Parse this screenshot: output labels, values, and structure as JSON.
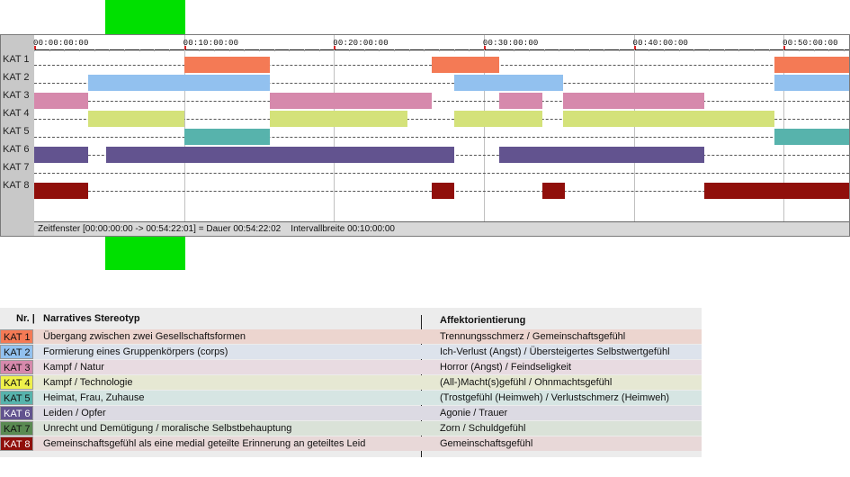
{
  "timeline": {
    "tick_labels": [
      "00:00:00:00",
      "00:10:00:00",
      "00:20:00:00",
      "00:30:00:00",
      "00:40:00:00",
      "00:50:00:00"
    ],
    "status": "Zeitfenster [00:00:00:00 -> 00:54:22:01] = Dauer 00:54:22:02    Intervallbreite 00:10:00:00"
  },
  "chart_data": {
    "type": "bar",
    "x_unit": "minutes",
    "xlim": [
      0,
      54.37
    ],
    "categories": [
      "KAT 1",
      "KAT 2",
      "KAT 3",
      "KAT 4",
      "KAT 5",
      "KAT 6",
      "KAT 7",
      "KAT 8"
    ],
    "colors": [
      "#f47a55",
      "#92c1ef",
      "#d689ac",
      "#d4e27a",
      "#57b3ac",
      "#62538f",
      "#4a7a48",
      "#900f0b"
    ],
    "segments": [
      [
        [
          10.0,
          15.7
        ],
        [
          26.5,
          31.0
        ],
        [
          49.4,
          54.37
        ]
      ],
      [
        [
          3.6,
          15.7
        ],
        [
          28.0,
          35.3
        ],
        [
          49.4,
          54.37
        ]
      ],
      [
        [
          0.0,
          3.6
        ],
        [
          15.7,
          26.5
        ],
        [
          31.0,
          33.9
        ],
        [
          35.3,
          44.7
        ]
      ],
      [
        [
          3.6,
          10.0
        ],
        [
          15.7,
          24.9
        ],
        [
          28.0,
          33.9
        ],
        [
          35.3,
          49.4
        ]
      ],
      [
        [
          10.0,
          15.7
        ],
        [
          49.4,
          54.37
        ]
      ],
      [
        [
          0.0,
          3.6
        ],
        [
          4.8,
          28.0
        ],
        [
          31.0,
          44.7
        ]
      ],
      [],
      [
        [
          0.0,
          3.6
        ],
        [
          26.5,
          28.0
        ],
        [
          33.9,
          35.4
        ],
        [
          44.7,
          54.37
        ]
      ]
    ]
  },
  "legend": {
    "col_nr": "Nr. |",
    "col_stereotyp": "Narratives Stereotyp",
    "col_affekt": "Affektorientierung",
    "rows": [
      {
        "key": "KAT 1",
        "stereotyp": "Übergang zwischen zwei Gesellschaftsformen",
        "affekt": "Trennungsschmerz / Gemeinschaftsgefühl",
        "key_bg": "#f47a55",
        "key_fg": "#111111",
        "row_bg": "#ecd5cf"
      },
      {
        "key": "KAT 2",
        "stereotyp": "Formierung eines Gruppenkörpers (corps)",
        "affekt": "Ich-Verlust (Angst) / Übersteigertes Selbstwertgefühl",
        "key_bg": "#92c1ef",
        "key_fg": "#111111",
        "row_bg": "#dde3ec"
      },
      {
        "key": "KAT 3",
        "stereotyp": "Kampf / Natur",
        "affekt": "Horror (Angst) / Feindseligkeit",
        "key_bg": "#d689ac",
        "key_fg": "#111111",
        "row_bg": "#e8dbe1"
      },
      {
        "key": "KAT 4",
        "stereotyp": "Kampf / Technologie",
        "affekt": "(All-)Macht(s)gefühl / Ohnmachtsgefühl",
        "key_bg": "#eef04a",
        "key_fg": "#111111",
        "row_bg": "#e6e8d3"
      },
      {
        "key": "KAT 5",
        "stereotyp": "Heimat, Frau, Zuhause",
        "affekt": "(Trostgefühl (Heimweh) / Verlustschmerz (Heimweh)",
        "key_bg": "#57b3ac",
        "key_fg": "#111111",
        "row_bg": "#d6e5e3"
      },
      {
        "key": "KAT 6",
        "stereotyp": "Leiden / Opfer",
        "affekt": "Agonie / Trauer",
        "key_bg": "#62538f",
        "key_fg": "#ffffff",
        "row_bg": "#dcdae3"
      },
      {
        "key": "KAT 7",
        "stereotyp": "Unrecht und Demütigung / moralische Selbstbehauptung",
        "affekt": "Zorn / Schuldgefühl",
        "key_bg": "#5a8a52",
        "key_fg": "#111111",
        "row_bg": "#dae2d8"
      },
      {
        "key": "KAT 8",
        "stereotyp": "Gemeinschaftsgefühl als eine medial geteilte Erinnerung an geteiltes Leid",
        "affekt": "Gemeinschaftsgefühl",
        "key_bg": "#900f0b",
        "key_fg": "#ffffff",
        "row_bg": "#e8d8d8"
      }
    ]
  }
}
